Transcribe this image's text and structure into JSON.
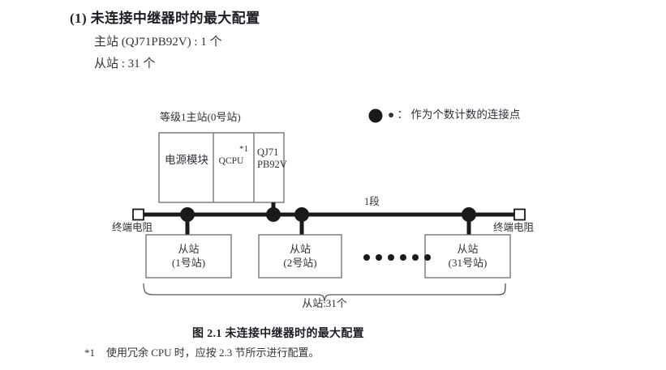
{
  "section": {
    "number": "(1)",
    "title": "(1) 未连接中继器时的最大配置",
    "specs": [
      "主站 (QJ71PB92V) : 1 个",
      "从站 : 31 个"
    ]
  },
  "figure": {
    "legend": "● ： 作为个数计数的连接点",
    "master": {
      "caption": "等级1主站(0号站)",
      "cells": [
        {
          "label": "电源模块"
        },
        {
          "label": "QCPU",
          "note": "*1"
        },
        {
          "label": "QJ71\nPB92V",
          "line1": "QJ71",
          "line2": "PB92V"
        }
      ]
    },
    "bus": {
      "segment_label": "1段",
      "terminator_left": "终端电阻",
      "terminator_right": "终端电阻",
      "connection_dots": 4,
      "ellipsis_dots": 6
    },
    "slaves": [
      {
        "line1": "从站",
        "line2": "(1号站)"
      },
      {
        "line1": "从站",
        "line2": "(2号站)"
      },
      {
        "line1": "从站",
        "line2": "(31号站)"
      }
    ],
    "brace_label": "从站:31个",
    "caption": "图 2.1  未连接中继器时的最大配置"
  },
  "footnote": {
    "mark": "*1",
    "text": "使用冗余 CPU 时，应按 2.3 节所示进行配置。"
  },
  "colors": {
    "ink": "#2f2f3c",
    "heading": "#1d1d26",
    "line": "#1a1a1a",
    "box_stroke": "#6b6b73"
  }
}
